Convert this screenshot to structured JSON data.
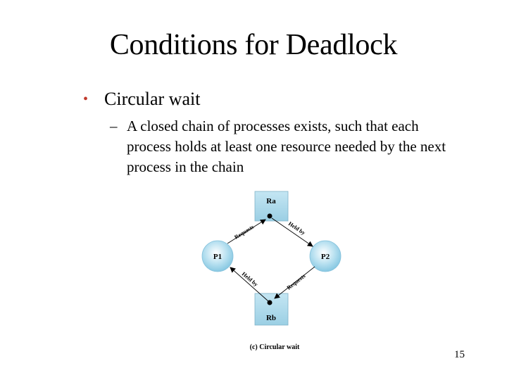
{
  "slide": {
    "title": "Conditions for Deadlock",
    "bullet": "Circular wait",
    "sub_dash": "–",
    "sub_text": "A closed chain of processes exists, such that each process holds at least one resource needed by the next process in the chain",
    "page_number": "15"
  },
  "diagram": {
    "resource_a": "Ra",
    "resource_b": "Rb",
    "process_1": "P1",
    "process_2": "P2",
    "edge_p1_requests_ra": "Requests",
    "edge_ra_held_by_p2": "Held by",
    "edge_rb_held_by_p1": "Held by",
    "edge_p2_requests_rb": "Requests",
    "caption": "(c) Circular wait"
  },
  "colors": {
    "bullet": "#c0392b",
    "resource_fill": "#a9d8ea",
    "process_fill": "#8fd0e8"
  }
}
